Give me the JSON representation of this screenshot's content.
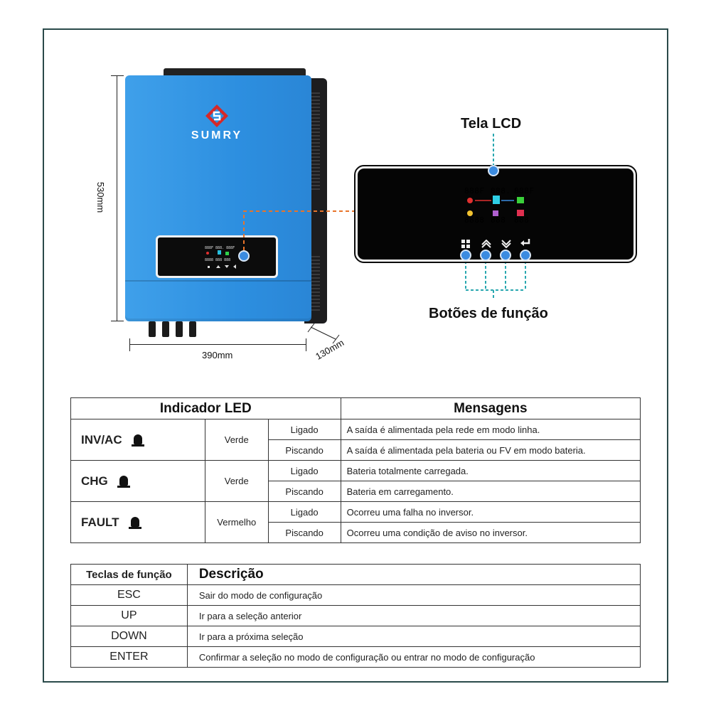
{
  "brand": "SUMRY",
  "dimensions": {
    "height": "530mm",
    "width": "390mm",
    "depth": "130mm"
  },
  "callouts": {
    "lcd": "Tela LCD",
    "buttons": "Botões de função"
  },
  "lcd_readouts": [
    "888F",
    "888.",
    "888F",
    "8888",
    "888",
    "888"
  ],
  "colors": {
    "inverter_body": "#2d8fe0",
    "lcd_dot": "#3b8be0",
    "dash_orange": "#e8742a",
    "dash_teal": "#2aa8b0"
  },
  "led_table": {
    "header_left": "Indicador LED",
    "header_right": "Mensagens",
    "groups": [
      {
        "name": "INV/AC",
        "color": "Verde",
        "rows": [
          {
            "state": "Ligado",
            "message": "A saída é alimentada pela rede em modo linha."
          },
          {
            "state": "Piscando",
            "message": "A saída é alimentada pela bateria ou FV em modo bateria."
          }
        ]
      },
      {
        "name": "CHG",
        "color": "Verde",
        "rows": [
          {
            "state": "Ligado",
            "message": "Bateria totalmente carregada."
          },
          {
            "state": "Piscando",
            "message": "Bateria em carregamento."
          }
        ]
      },
      {
        "name": "FAULT",
        "color": "Vermelho",
        "rows": [
          {
            "state": "Ligado",
            "message": "Ocorreu uma falha no inversor."
          },
          {
            "state": "Piscando",
            "message": "Ocorreu uma condição de aviso no inversor."
          }
        ]
      }
    ]
  },
  "keys_table": {
    "header_key": "Teclas de função",
    "header_desc": "Descrição",
    "rows": [
      {
        "key": "ESC",
        "desc": "Sair do modo de configuração"
      },
      {
        "key": "UP",
        "desc": "Ir para a seleção anterior"
      },
      {
        "key": "DOWN",
        "desc": "Ir para a próxima seleção"
      },
      {
        "key": "ENTER",
        "desc": "Confirmar a seleção no modo de configuração ou entrar no modo de configuração"
      }
    ]
  }
}
